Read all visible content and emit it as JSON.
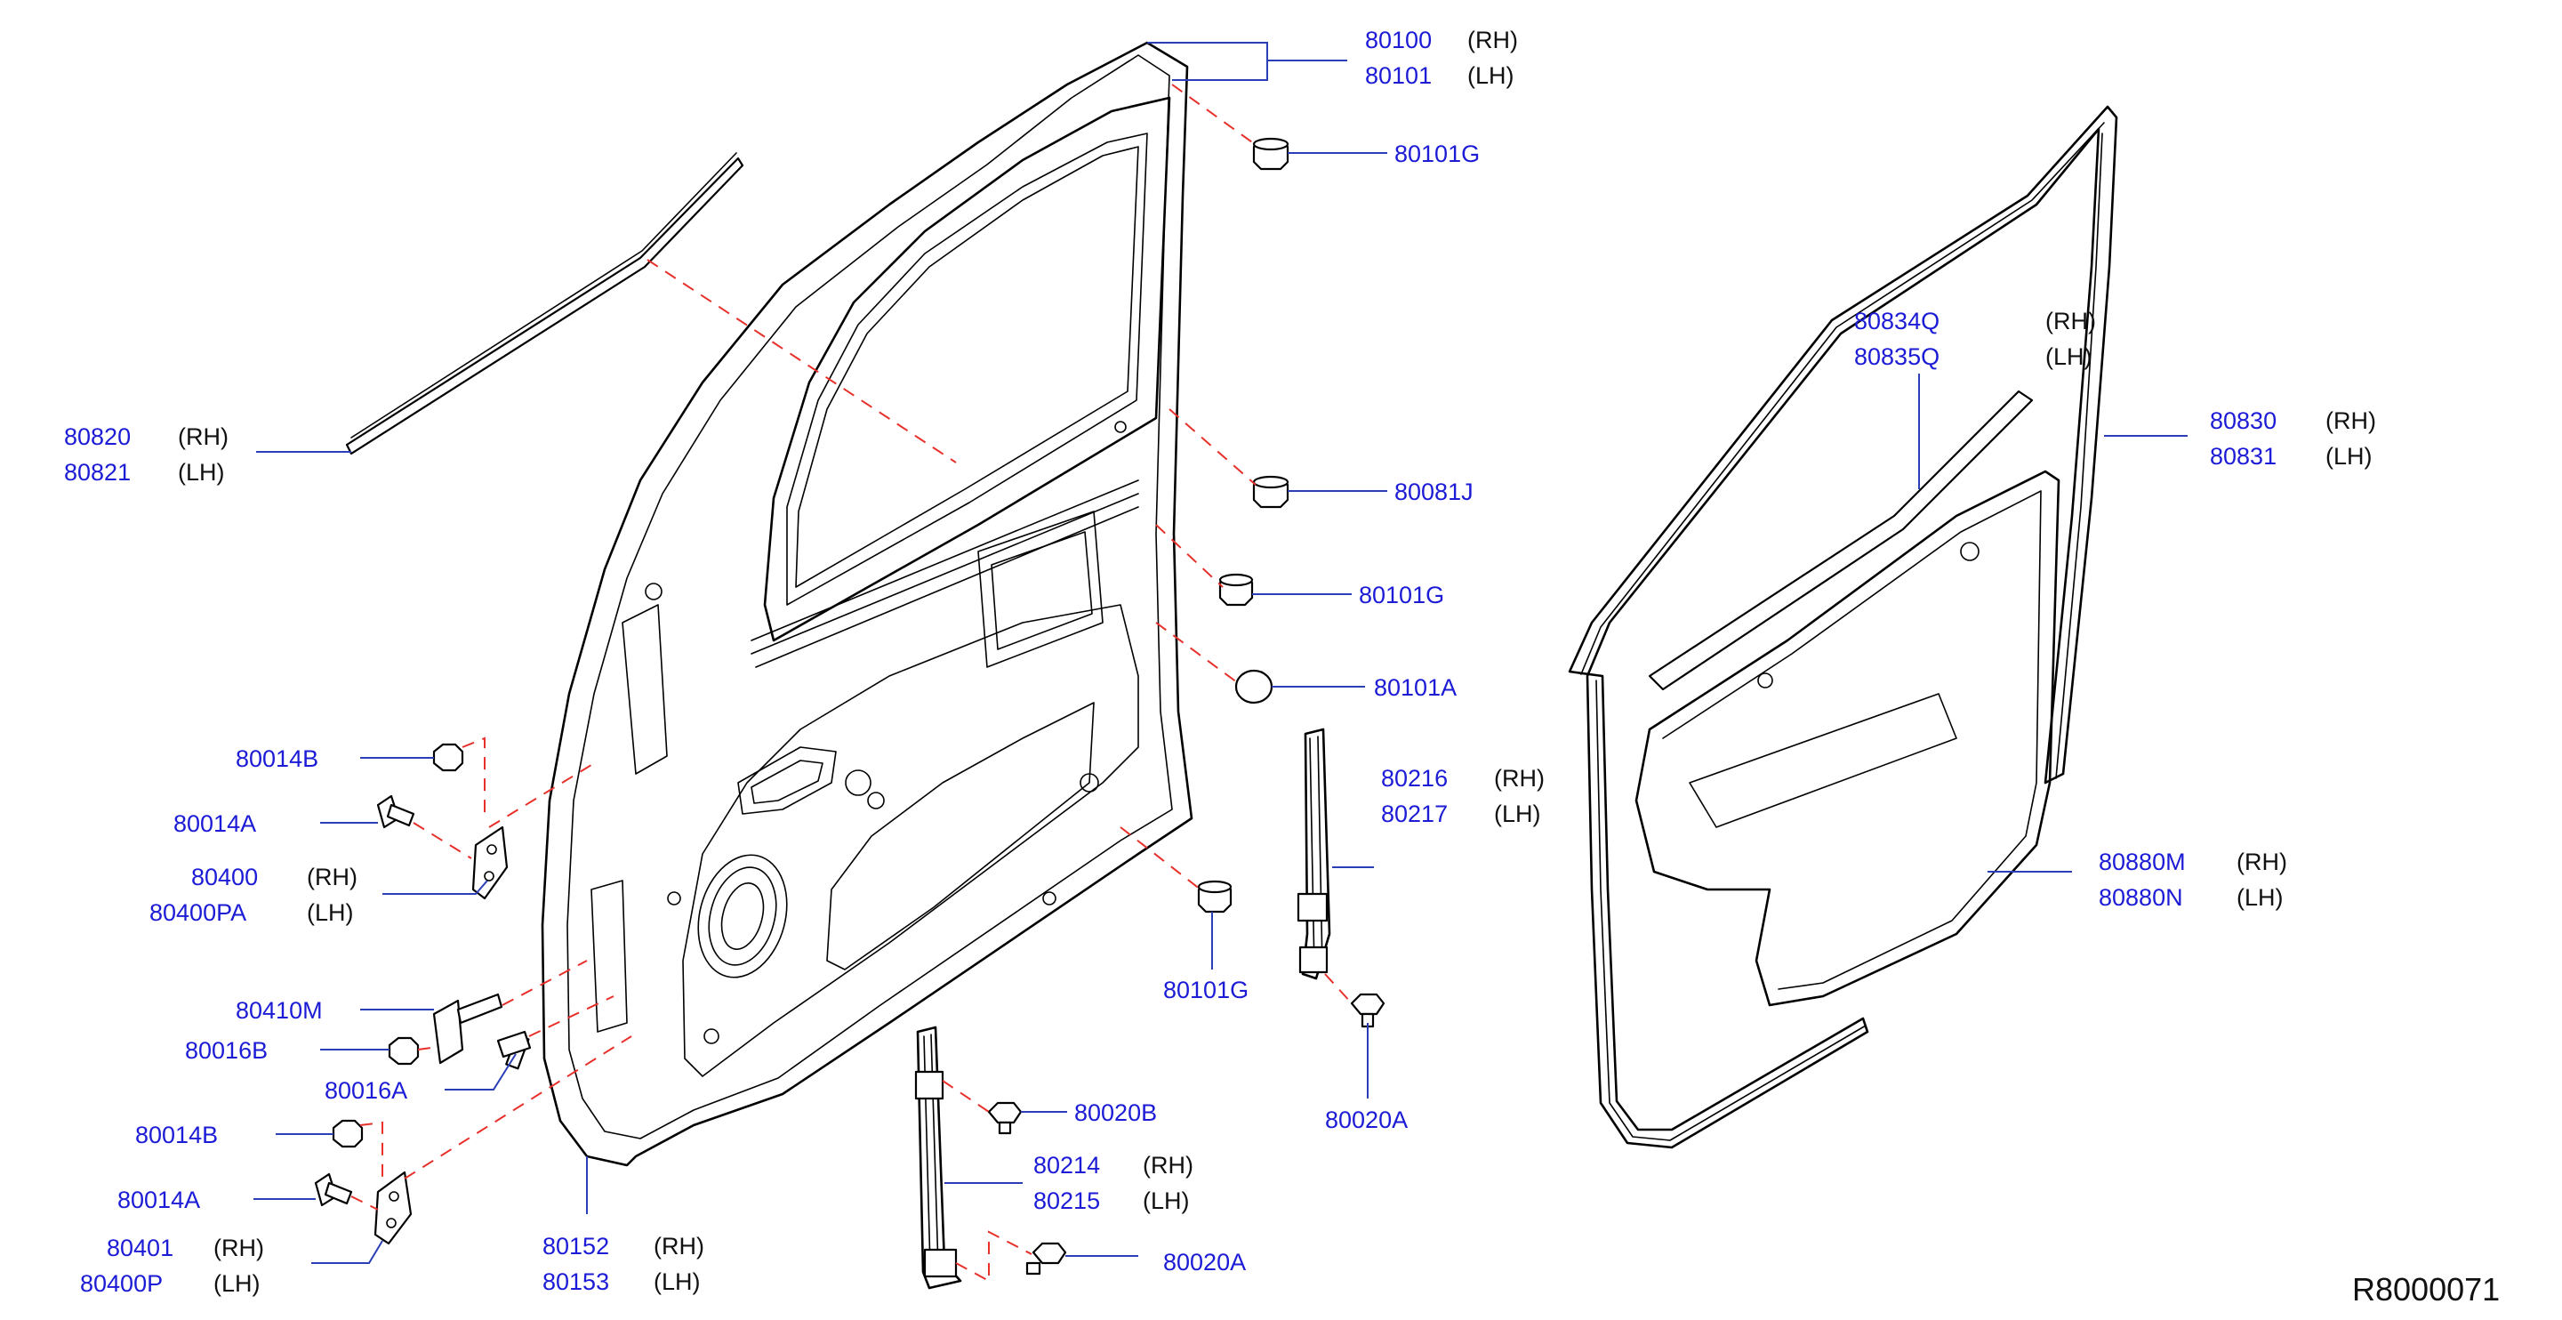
{
  "diagram_ref": "R8000071",
  "callouts": [
    {
      "id": "c1",
      "parts": [
        {
          "number": "80100",
          "side": "(RH)"
        },
        {
          "number": "80101",
          "side": "(LH)"
        }
      ]
    },
    {
      "id": "c2",
      "parts": [
        {
          "number": "80101G",
          "side": ""
        }
      ]
    },
    {
      "id": "c3",
      "parts": [
        {
          "number": "80820",
          "side": "(RH)"
        },
        {
          "number": "80821",
          "side": "(LH)"
        }
      ]
    },
    {
      "id": "c4",
      "parts": [
        {
          "number": "80081J",
          "side": ""
        }
      ]
    },
    {
      "id": "c5",
      "parts": [
        {
          "number": "80101G",
          "side": ""
        }
      ]
    },
    {
      "id": "c6",
      "parts": [
        {
          "number": "80101A",
          "side": ""
        }
      ]
    },
    {
      "id": "c7",
      "parts": [
        {
          "number": "80014B",
          "side": ""
        }
      ]
    },
    {
      "id": "c8",
      "parts": [
        {
          "number": "80014A",
          "side": ""
        }
      ]
    },
    {
      "id": "c9",
      "parts": [
        {
          "number": "80400",
          "side": "(RH)"
        },
        {
          "number": "80400PA",
          "side": "(LH)"
        }
      ]
    },
    {
      "id": "c10",
      "parts": [
        {
          "number": "80216",
          "side": "(RH)"
        },
        {
          "number": "80217",
          "side": "(LH)"
        }
      ]
    },
    {
      "id": "c11",
      "parts": [
        {
          "number": "80101G",
          "side": ""
        }
      ]
    },
    {
      "id": "c12",
      "parts": [
        {
          "number": "80410M",
          "side": ""
        }
      ]
    },
    {
      "id": "c13",
      "parts": [
        {
          "number": "80016B",
          "side": ""
        }
      ]
    },
    {
      "id": "c14",
      "parts": [
        {
          "number": "80016A",
          "side": ""
        }
      ]
    },
    {
      "id": "c15",
      "parts": [
        {
          "number": "80020A",
          "side": ""
        }
      ]
    },
    {
      "id": "c16",
      "parts": [
        {
          "number": "80020B",
          "side": ""
        }
      ]
    },
    {
      "id": "c17",
      "parts": [
        {
          "number": "80014B",
          "side": ""
        }
      ]
    },
    {
      "id": "c18",
      "parts": [
        {
          "number": "80214",
          "side": "(RH)"
        },
        {
          "number": "80215",
          "side": "(LH)"
        }
      ]
    },
    {
      "id": "c19",
      "parts": [
        {
          "number": "80014A",
          "side": ""
        }
      ]
    },
    {
      "id": "c20",
      "parts": [
        {
          "number": "80401",
          "side": "(RH)"
        },
        {
          "number": "80400P",
          "side": "(LH)"
        }
      ]
    },
    {
      "id": "c21",
      "parts": [
        {
          "number": "80152",
          "side": "(RH)"
        },
        {
          "number": "80153",
          "side": "(LH)"
        }
      ]
    },
    {
      "id": "c22",
      "parts": [
        {
          "number": "80020A",
          "side": ""
        }
      ]
    },
    {
      "id": "c23",
      "parts": [
        {
          "number": "80834Q",
          "side": "(RH)"
        },
        {
          "number": "80835Q",
          "side": "(LH)"
        }
      ]
    },
    {
      "id": "c24",
      "parts": [
        {
          "number": "80830",
          "side": "(RH)"
        },
        {
          "number": "80831",
          "side": "(LH)"
        }
      ]
    },
    {
      "id": "c25",
      "parts": [
        {
          "number": "80880M",
          "side": "(RH)"
        },
        {
          "number": "80880N",
          "side": "(LH)"
        }
      ]
    }
  ]
}
